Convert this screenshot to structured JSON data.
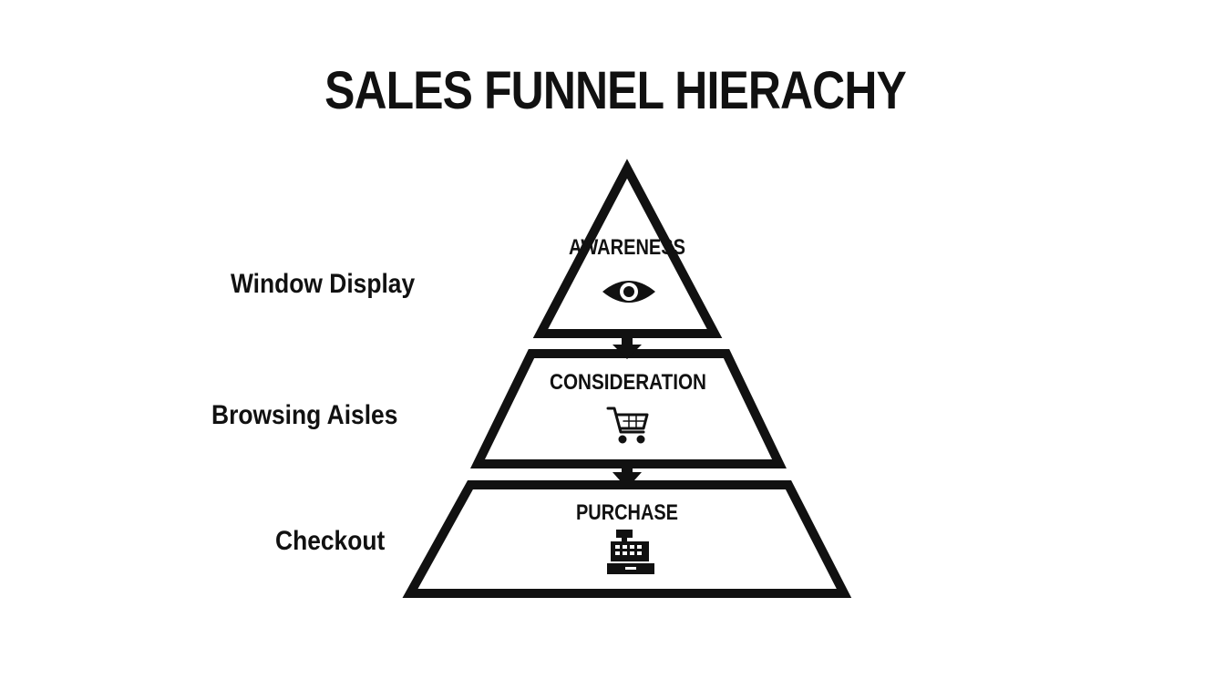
{
  "title": "SALES FUNNEL HIERACHY",
  "stages": [
    {
      "label": "AWARENESS",
      "icon": "eye-icon",
      "side_label": "Window Display"
    },
    {
      "label": "CONSIDERATION",
      "icon": "shopping-cart-icon",
      "side_label": "Browsing Aisles"
    },
    {
      "label": "PURCHASE",
      "icon": "cash-register-icon",
      "side_label": "Checkout"
    }
  ],
  "colors": {
    "ink": "#111111",
    "background": "#ffffff"
  }
}
